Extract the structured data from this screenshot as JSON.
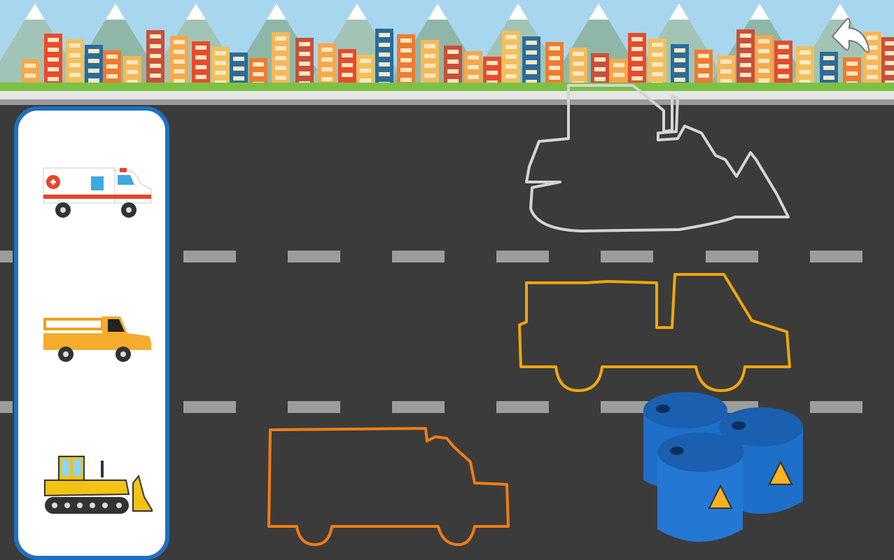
{
  "colors": {
    "sky": "#a9d6ef",
    "road": "#3b3b3b",
    "lane_dash": "#9d9d9d",
    "panel_border": "#1f70c1",
    "bulldozer_outline": "#d3d6d6",
    "truck_outline": "#f2a60c",
    "van_outline": "#f07d14",
    "barrel": "#1e6fc8"
  },
  "icons": {
    "back": "back-arrow-icon",
    "vehicles": [
      "ambulance-icon",
      "pickup-truck-icon",
      "bulldozer-icon"
    ],
    "targets": [
      "bulldozer-outline",
      "pickup-truck-outline",
      "ambulance-outline"
    ],
    "obstacle": "radioactive-barrels-icon"
  }
}
